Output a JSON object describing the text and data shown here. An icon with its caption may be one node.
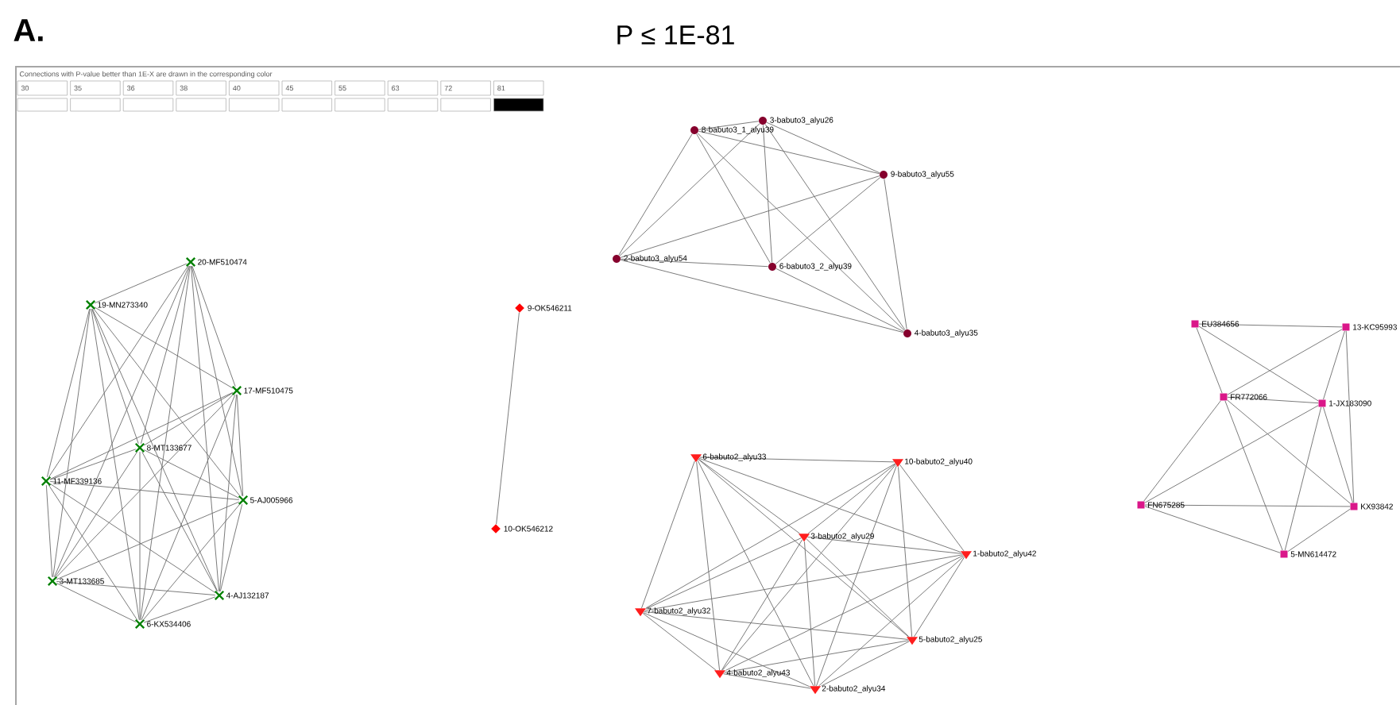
{
  "diagram": {
    "title": "P ≤ 1E-81",
    "nodes": [
      {
        "text": [
          "20-MF510474"
        ]
      },
      {
        "text": [
          "19-MN273340"
        ]
      },
      {
        "text": [
          "17-MF510475"
        ]
      },
      {
        "text": [
          "8-MT133677"
        ]
      },
      {
        "text": [
          "11-MF339136"
        ]
      },
      {
        "text": [
          "5-AJ005966"
        ]
      },
      {
        "text": [
          "3-MT133685"
        ]
      },
      {
        "text": [
          "4-AJ132187"
        ]
      },
      {
        "text": [
          "6-KX534406"
        ]
      },
      {
        "text": [
          "9-OK546211"
        ]
      },
      {
        "text": [
          "10-OK546212"
        ]
      },
      {
        "text": [
          "3-babuto3_alyu26"
        ]
      },
      {
        "text": [
          "8-babuto3_1_alyu39"
        ]
      },
      {
        "text": [
          "9-babuto3_alyu55"
        ]
      },
      {
        "text": [
          "2-babuto3_alyu54"
        ]
      },
      {
        "text": [
          "6-babuto3_2_alyu39"
        ]
      },
      {
        "text": [
          "4-babuto3_alyu35"
        ]
      },
      {
        "text": [
          "6-babuto2_alyu33"
        ]
      },
      {
        "text": [
          "10-babuto2_alyu40"
        ]
      },
      {
        "text": [
          "3-babuto2_alyu29"
        ]
      },
      {
        "text": [
          "1-babuto2_alyu42"
        ]
      },
      {
        "text": [
          "7-babuto2_alyu32"
        ]
      },
      {
        "text": [
          "5-babuto2_alyu25"
        ]
      },
      {
        "text": [
          "4-babuto2_alyu43"
        ]
      },
      {
        "text": [
          "2-babuto2_alyu34"
        ]
      },
      {
        "text": [
          "EU384656"
        ]
      },
      {
        "text": [
          "13-KC95993"
        ]
      },
      {
        "text": [
          "FR772066"
        ]
      },
      {
        "text": [
          "1-JX183090"
        ]
      },
      {
        "text": [
          "FN675285"
        ]
      },
      {
        "text": [
          "KX93842"
        ]
      },
      {
        "text": [
          "5-MN614472"
        ]
      }
    ],
    "edges": [
      {
        "from": 0,
        "to": 1,
        "arrow": "none"
      },
      {
        "from": 0,
        "to": 2,
        "arrow": "none"
      },
      {
        "from": 0,
        "to": 3,
        "arrow": "none"
      },
      {
        "from": 0,
        "to": 4,
        "arrow": "none"
      },
      {
        "from": 0,
        "to": 5,
        "arrow": "none"
      },
      {
        "from": 0,
        "to": 6,
        "arrow": "none"
      },
      {
        "from": 0,
        "to": 7,
        "arrow": "none"
      },
      {
        "from": 0,
        "to": 8,
        "arrow": "none"
      },
      {
        "from": 1,
        "to": 2,
        "arrow": "none"
      },
      {
        "from": 1,
        "to": 3,
        "arrow": "none"
      },
      {
        "from": 1,
        "to": 4,
        "arrow": "none"
      },
      {
        "from": 1,
        "to": 5,
        "arrow": "none"
      },
      {
        "from": 1,
        "to": 6,
        "arrow": "none"
      },
      {
        "from": 1,
        "to": 7,
        "arrow": "none"
      },
      {
        "from": 1,
        "to": 8,
        "arrow": "none"
      },
      {
        "from": 2,
        "to": 3,
        "arrow": "none"
      },
      {
        "from": 2,
        "to": 4,
        "arrow": "none"
      },
      {
        "from": 2,
        "to": 5,
        "arrow": "none"
      },
      {
        "from": 2,
        "to": 6,
        "arrow": "none"
      },
      {
        "from": 2,
        "to": 7,
        "arrow": "none"
      },
      {
        "from": 2,
        "to": 8,
        "arrow": "none"
      },
      {
        "from": 3,
        "to": 4,
        "arrow": "none"
      },
      {
        "from": 3,
        "to": 5,
        "arrow": "none"
      },
      {
        "from": 3,
        "to": 6,
        "arrow": "none"
      },
      {
        "from": 3,
        "to": 7,
        "arrow": "none"
      },
      {
        "from": 3,
        "to": 8,
        "arrow": "none"
      },
      {
        "from": 4,
        "to": 5,
        "arrow": "none"
      },
      {
        "from": 4,
        "to": 6,
        "arrow": "none"
      },
      {
        "from": 4,
        "to": 7,
        "arrow": "none"
      },
      {
        "from": 4,
        "to": 8,
        "arrow": "none"
      },
      {
        "from": 5,
        "to": 6,
        "arrow": "none"
      },
      {
        "from": 5,
        "to": 7,
        "arrow": "none"
      },
      {
        "from": 5,
        "to": 8,
        "arrow": "none"
      },
      {
        "from": 6,
        "to": 7,
        "arrow": "none"
      },
      {
        "from": 6,
        "to": 8,
        "arrow": "none"
      },
      {
        "from": 7,
        "to": 8,
        "arrow": "none"
      },
      {
        "from": 9,
        "to": 10,
        "arrow": "none"
      },
      {
        "from": 11,
        "to": 12,
        "arrow": "none"
      },
      {
        "from": 11,
        "to": 13,
        "arrow": "none"
      },
      {
        "from": 11,
        "to": 14,
        "arrow": "none"
      },
      {
        "from": 11,
        "to": 15,
        "arrow": "none"
      },
      {
        "from": 11,
        "to": 16,
        "arrow": "none"
      },
      {
        "from": 12,
        "to": 13,
        "arrow": "none"
      },
      {
        "from": 12,
        "to": 14,
        "arrow": "none"
      },
      {
        "from": 12,
        "to": 15,
        "arrow": "none"
      },
      {
        "from": 12,
        "to": 16,
        "arrow": "none"
      },
      {
        "from": 13,
        "to": 14,
        "arrow": "none"
      },
      {
        "from": 13,
        "to": 15,
        "arrow": "none"
      },
      {
        "from": 13,
        "to": 16,
        "arrow": "none"
      },
      {
        "from": 14,
        "to": 15,
        "arrow": "none"
      },
      {
        "from": 14,
        "to": 16,
        "arrow": "none"
      },
      {
        "from": 15,
        "to": 16,
        "arrow": "none"
      },
      {
        "from": 17,
        "to": 18,
        "arrow": "none"
      },
      {
        "from": 17,
        "to": 19,
        "arrow": "none"
      },
      {
        "from": 17,
        "to": 20,
        "arrow": "none"
      },
      {
        "from": 17,
        "to": 21,
        "arrow": "none"
      },
      {
        "from": 17,
        "to": 22,
        "arrow": "none"
      },
      {
        "from": 17,
        "to": 23,
        "arrow": "none"
      },
      {
        "from": 17,
        "to": 24,
        "arrow": "none"
      },
      {
        "from": 18,
        "to": 19,
        "arrow": "none"
      },
      {
        "from": 18,
        "to": 20,
        "arrow": "none"
      },
      {
        "from": 18,
        "to": 21,
        "arrow": "none"
      },
      {
        "from": 18,
        "to": 22,
        "arrow": "none"
      },
      {
        "from": 18,
        "to": 23,
        "arrow": "none"
      },
      {
        "from": 18,
        "to": 24,
        "arrow": "none"
      },
      {
        "from": 19,
        "to": 20,
        "arrow": "none"
      },
      {
        "from": 19,
        "to": 21,
        "arrow": "none"
      },
      {
        "from": 19,
        "to": 22,
        "arrow": "none"
      },
      {
        "from": 19,
        "to": 23,
        "arrow": "none"
      },
      {
        "from": 19,
        "to": 24,
        "arrow": "none"
      },
      {
        "from": 20,
        "to": 21,
        "arrow": "none"
      },
      {
        "from": 20,
        "to": 22,
        "arrow": "none"
      },
      {
        "from": 20,
        "to": 23,
        "arrow": "none"
      },
      {
        "from": 20,
        "to": 24,
        "arrow": "none"
      },
      {
        "from": 21,
        "to": 22,
        "arrow": "none"
      },
      {
        "from": 21,
        "to": 23,
        "arrow": "none"
      },
      {
        "from": 21,
        "to": 24,
        "arrow": "none"
      },
      {
        "from": 22,
        "to": 23,
        "arrow": "none"
      },
      {
        "from": 22,
        "to": 24,
        "arrow": "none"
      },
      {
        "from": 23,
        "to": 24,
        "arrow": "none"
      },
      {
        "from": 25,
        "to": 26,
        "arrow": "none"
      },
      {
        "from": 25,
        "to": 27,
        "arrow": "none"
      },
      {
        "from": 25,
        "to": 28,
        "arrow": "none"
      },
      {
        "from": 26,
        "to": 27,
        "arrow": "none"
      },
      {
        "from": 26,
        "to": 28,
        "arrow": "none"
      },
      {
        "from": 26,
        "to": 30,
        "arrow": "none"
      },
      {
        "from": 27,
        "to": 28,
        "arrow": "none"
      },
      {
        "from": 27,
        "to": 29,
        "arrow": "none"
      },
      {
        "from": 27,
        "to": 30,
        "arrow": "none"
      },
      {
        "from": 27,
        "to": 31,
        "arrow": "none"
      },
      {
        "from": 28,
        "to": 29,
        "arrow": "none"
      },
      {
        "from": 28,
        "to": 30,
        "arrow": "none"
      },
      {
        "from": 28,
        "to": 31,
        "arrow": "none"
      },
      {
        "from": 29,
        "to": 30,
        "arrow": "none"
      },
      {
        "from": 29,
        "to": 31,
        "arrow": "none"
      },
      {
        "from": 30,
        "to": 31,
        "arrow": "none"
      }
    ],
    "labels": [
      "A.",
      "Connections with P-value better than 1E-X are drawn in the corresponding color"
    ],
    "legend": [
      {
        "text": "30"
      },
      {
        "text": "35"
      },
      {
        "text": "36"
      },
      {
        "text": "38"
      },
      {
        "text": "40"
      },
      {
        "text": "45"
      },
      {
        "text": "55"
      },
      {
        "text": "63"
      },
      {
        "text": "72"
      },
      {
        "text": "81",
        "color": "#000000"
      }
    ]
  }
}
